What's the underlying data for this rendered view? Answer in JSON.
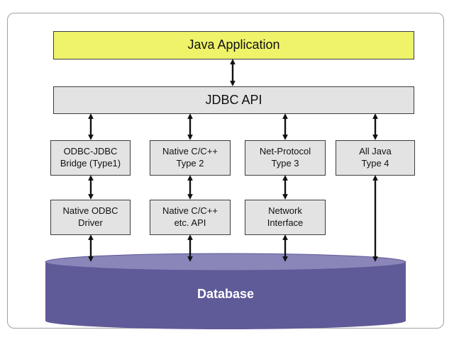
{
  "diagram": {
    "application": "Java Application",
    "api": "JDBC API",
    "drivers_row1": [
      "ODBC-JDBC\nBridge (Type1)",
      "Native C/C++\nType 2",
      "Net-Protocol\nType 3",
      "All Java\nType 4"
    ],
    "drivers_row2": [
      "Native ODBC\nDriver",
      "Native C/C++\netc. API",
      "Network\nInterface"
    ],
    "database": "Database"
  },
  "colors": {
    "application_fill": "#eef36a",
    "box_fill": "#e3e3e3",
    "database_fill": "#5f5a98",
    "database_top": "#8a86b9",
    "stroke": "#3c3c3c",
    "frame": "#a0a0a0"
  }
}
